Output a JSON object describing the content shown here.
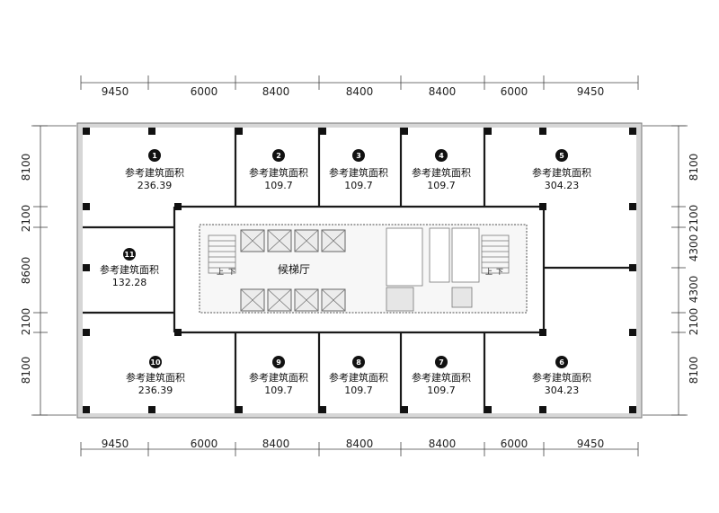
{
  "dimensions": {
    "top": [
      "9450",
      "6000",
      "8400",
      "8400",
      "8400",
      "6000",
      "9450"
    ],
    "bottom": [
      "9450",
      "6000",
      "8400",
      "8400",
      "8400",
      "6000",
      "9450"
    ],
    "left": [
      "8100",
      "2100",
      "8600",
      "2100",
      "8100"
    ],
    "right": [
      "8100",
      "2100",
      "4300",
      "4300",
      "2100",
      "8100"
    ]
  },
  "units": [
    {
      "no": "1",
      "label": "参考建筑面积",
      "area": "236.39"
    },
    {
      "no": "2",
      "label": "参考建筑面积",
      "area": "109.7"
    },
    {
      "no": "3",
      "label": "参考建筑面积",
      "area": "109.7"
    },
    {
      "no": "4",
      "label": "参考建筑面积",
      "area": "109.7"
    },
    {
      "no": "5",
      "label": "参考建筑面积",
      "area": "304.23"
    },
    {
      "no": "6",
      "label": "参考建筑面积",
      "area": "304.23"
    },
    {
      "no": "7",
      "label": "参考建筑面积",
      "area": "109.7"
    },
    {
      "no": "8",
      "label": "参考建筑面积",
      "area": "109.7"
    },
    {
      "no": "9",
      "label": "参考建筑面积",
      "area": "109.7"
    },
    {
      "no": "10",
      "label": "参考建筑面积",
      "area": "236.39"
    },
    {
      "no": "11",
      "label": "参考建筑面积",
      "area": "132.28"
    }
  ],
  "lobby_label": "候梯厅",
  "stair_up": "上",
  "stair_down": "下"
}
